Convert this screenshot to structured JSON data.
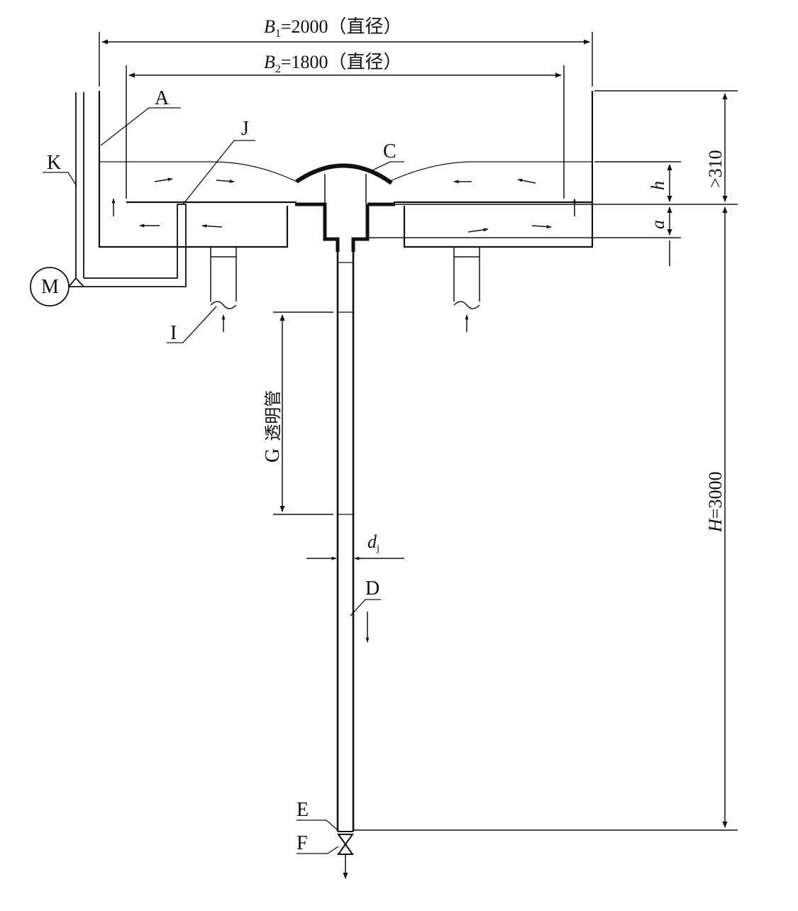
{
  "figure": {
    "dimensions": {
      "b1": {
        "symbol": "B",
        "sub": "1",
        "value_text": "=2000（直径）"
      },
      "b2": {
        "symbol": "B",
        "sub": "2",
        "value_text": "=1800（直径）"
      },
      "h_total": {
        "symbol": "H",
        "value_text": "=3000"
      },
      "min_height": {
        "text": ">310"
      },
      "h": {
        "symbol": "h"
      },
      "a": {
        "symbol": "a"
      },
      "dj": {
        "symbol": "d",
        "sub": "j"
      }
    },
    "labels": {
      "A": "A",
      "C": "C",
      "D": "D",
      "E": "E",
      "F": "F",
      "G": "G",
      "G_text": "透明管",
      "I": "I",
      "J": "J",
      "K": "K",
      "M": "M"
    },
    "colors": {
      "ink": "#111111",
      "background": "#ffffff"
    }
  }
}
